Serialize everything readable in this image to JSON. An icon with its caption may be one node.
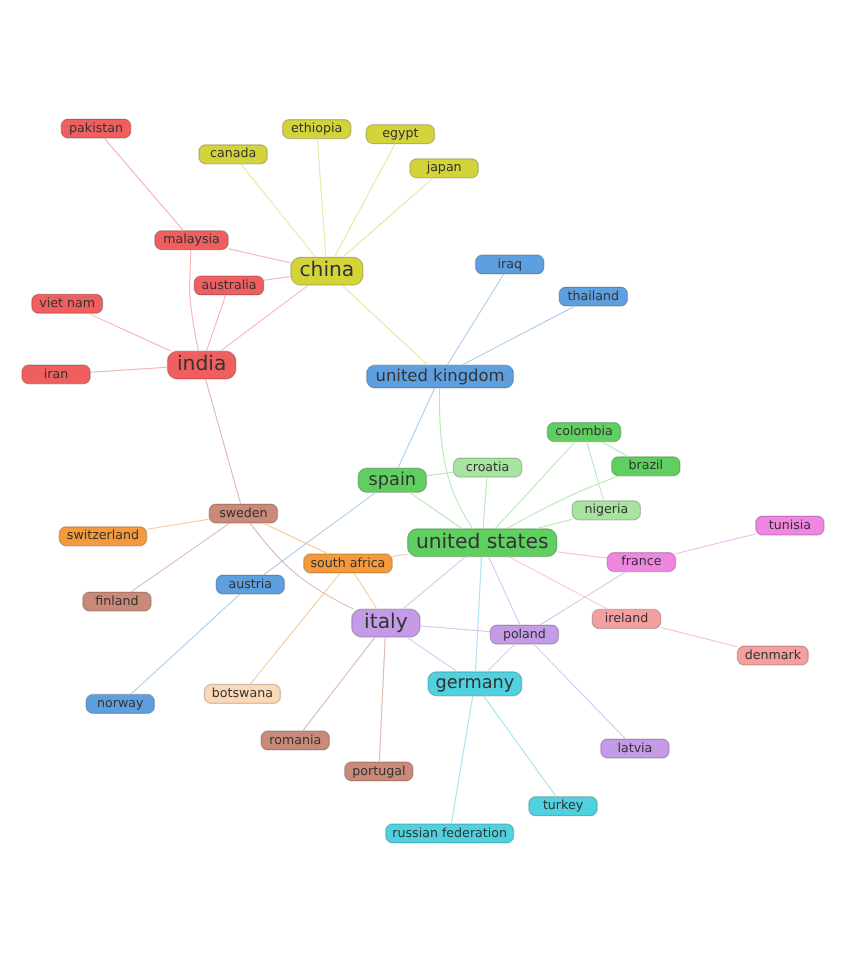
{
  "diagram": {
    "nodes": [
      {
        "text": [
          "botswana"
        ]
      },
      {
        "text": [
          "south africa"
        ]
      },
      {
        "text": [
          "latvia"
        ]
      },
      {
        "text": [
          "poland"
        ]
      },
      {
        "text": [
          "finland"
        ]
      },
      {
        "text": [
          "romania"
        ]
      },
      {
        "text": [
          "switzerland"
        ]
      },
      {
        "text": [
          "portugal"
        ]
      },
      {
        "text": [
          "sweden"
        ]
      },
      {
        "text": [
          "italy"
        ]
      },
      {
        "text": [
          "germany"
        ]
      },
      {
        "text": [
          "russian federation"
        ]
      },
      {
        "text": [
          "tunisia"
        ]
      },
      {
        "text": [
          "turkey"
        ]
      },
      {
        "text": [
          "france"
        ]
      },
      {
        "text": [
          "denmark"
        ]
      },
      {
        "text": [
          "ireland"
        ]
      },
      {
        "text": [
          "croatia"
        ]
      },
      {
        "text": [
          "norway"
        ]
      },
      {
        "text": [
          "austria"
        ]
      },
      {
        "text": [
          "australia"
        ]
      },
      {
        "text": [
          "canada"
        ]
      },
      {
        "text": [
          "viet nam"
        ]
      },
      {
        "text": [
          "spain"
        ]
      },
      {
        "text": [
          "iran"
        ]
      },
      {
        "text": [
          "united states"
        ]
      },
      {
        "text": [
          "brazil"
        ]
      },
      {
        "text": [
          "india"
        ]
      },
      {
        "text": [
          "malaysia"
        ]
      },
      {
        "text": [
          "thailand"
        ]
      },
      {
        "text": [
          "china"
        ]
      },
      {
        "text": [
          "pakistan"
        ]
      },
      {
        "text": [
          "united kingdom"
        ]
      },
      {
        "text": [
          "ethiopia"
        ]
      },
      {
        "text": [
          "colombia"
        ]
      },
      {
        "text": [
          "nigeria"
        ]
      },
      {
        "text": [
          "japan"
        ]
      },
      {
        "text": [
          "egypt"
        ]
      },
      {
        "text": [
          "iraq"
        ]
      }
    ],
    "edges": [
      {
        "from": 0,
        "to": 1,
        "arrow": "none",
        "color": "#f5c89a"
      },
      {
        "from": 1,
        "to": 8,
        "arrow": "none",
        "color": "#f5c89a"
      },
      {
        "from": 1,
        "to": 9,
        "arrow": "none",
        "color": "#f5c89a"
      },
      {
        "from": 1,
        "to": 25,
        "arrow": "none",
        "color": "#f5c89a"
      },
      {
        "from": 2,
        "to": 3,
        "arrow": "none",
        "color": "#d9c2f0"
      },
      {
        "from": 3,
        "to": 9,
        "arrow": "none",
        "color": "#d9c2f0"
      },
      {
        "from": 3,
        "to": 10,
        "arrow": "none",
        "color": "#d9c2f0"
      },
      {
        "from": 3,
        "to": 14,
        "arrow": "none",
        "color": "#d9c2f0"
      },
      {
        "from": 3,
        "to": 25,
        "arrow": "none",
        "color": "#d9c2f0"
      },
      {
        "from": 4,
        "to": 8,
        "arrow": "none",
        "color": "#dcb5aa"
      },
      {
        "from": 5,
        "to": 9,
        "arrow": "none",
        "color": "#dcb5aa"
      },
      {
        "from": 6,
        "to": 8,
        "arrow": "none",
        "color": "#f5c89a"
      },
      {
        "from": 7,
        "to": 9,
        "arrow": "none",
        "color": "#dcb5aa"
      },
      {
        "from": 8,
        "to": 9,
        "arrow": "none",
        "color": "#dcb5aa"
      },
      {
        "from": 8,
        "to": 27,
        "arrow": "none",
        "color": "#dcb5aa"
      },
      {
        "from": 9,
        "to": 10,
        "arrow": "none",
        "color": "#d9c2f0"
      },
      {
        "from": 9,
        "to": 25,
        "arrow": "none",
        "color": "#d9c2f0"
      },
      {
        "from": 10,
        "to": 11,
        "arrow": "none",
        "color": "#9fe3ec"
      },
      {
        "from": 10,
        "to": 25,
        "arrow": "none",
        "color": "#9fe3ec"
      },
      {
        "from": 13,
        "to": 10,
        "arrow": "none",
        "color": "#9fe3ec"
      },
      {
        "from": 12,
        "to": 14,
        "arrow": "none",
        "color": "#f3b8ec"
      },
      {
        "from": 14,
        "to": 25,
        "arrow": "none",
        "color": "#f3b8ec"
      },
      {
        "from": 17,
        "to": 23,
        "arrow": "none",
        "color": "#b4e8b4"
      },
      {
        "from": 17,
        "to": 25,
        "arrow": "none",
        "color": "#b4e8b4"
      },
      {
        "from": 15,
        "to": 16,
        "arrow": "none",
        "color": "#f6c0c0"
      },
      {
        "from": 16,
        "to": 25,
        "arrow": "none",
        "color": "#f6c0c0"
      },
      {
        "from": 18,
        "to": 19,
        "arrow": "none",
        "color": "#a9cbee"
      },
      {
        "from": 19,
        "to": 23,
        "arrow": "none",
        "color": "#a9cbee"
      },
      {
        "from": 20,
        "to": 27,
        "arrow": "none",
        "color": "#f6b0b0"
      },
      {
        "from": 20,
        "to": 30,
        "arrow": "none",
        "color": "#f6b0b0"
      },
      {
        "from": 21,
        "to": 30,
        "arrow": "none",
        "color": "#e6e69a"
      },
      {
        "from": 22,
        "to": 27,
        "arrow": "none",
        "color": "#f6b0b0"
      },
      {
        "from": 24,
        "to": 27,
        "arrow": "none",
        "color": "#f6b0b0"
      },
      {
        "from": 23,
        "to": 25,
        "arrow": "none",
        "color": "#b4e8b4"
      },
      {
        "from": 25,
        "to": 26,
        "arrow": "none",
        "color": "#b4e8b4"
      },
      {
        "from": 25,
        "to": 32,
        "arrow": "none",
        "color": "#b4e8b4"
      },
      {
        "from": 25,
        "to": 34,
        "arrow": "none",
        "color": "#b4e8b4"
      },
      {
        "from": 26,
        "to": 34,
        "arrow": "none",
        "color": "#b4e8b4"
      },
      {
        "from": 27,
        "to": 28,
        "arrow": "none",
        "color": "#f6b0b0"
      },
      {
        "from": 27,
        "to": 30,
        "arrow": "none",
        "color": "#f6b0b0"
      },
      {
        "from": 28,
        "to": 31,
        "arrow": "none",
        "color": "#f6b0b0"
      },
      {
        "from": 28,
        "to": 30,
        "arrow": "none",
        "color": "#f6b0b0"
      },
      {
        "from": 29,
        "to": 32,
        "arrow": "none",
        "color": "#a9cbee"
      },
      {
        "from": 30,
        "to": 32,
        "arrow": "none",
        "color": "#e6e69a"
      },
      {
        "from": 30,
        "to": 33,
        "arrow": "none",
        "color": "#e6e69a"
      },
      {
        "from": 30,
        "to": 36,
        "arrow": "none",
        "color": "#e6e69a"
      },
      {
        "from": 30,
        "to": 37,
        "arrow": "none",
        "color": "#e6e69a"
      },
      {
        "from": 32,
        "to": 38,
        "arrow": "none",
        "color": "#a9cbee"
      },
      {
        "from": 32,
        "to": 23,
        "arrow": "none",
        "color": "#a9cbee"
      },
      {
        "from": 34,
        "to": 35,
        "arrow": "none",
        "color": "#b4e8b4"
      },
      {
        "from": 35,
        "to": 25,
        "arrow": "none",
        "color": "#b4e8b4"
      }
    ]
  }
}
